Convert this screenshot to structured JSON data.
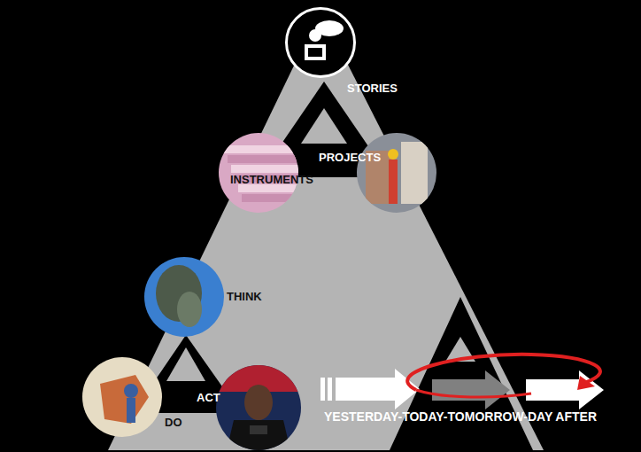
{
  "diagram": {
    "nodes": [
      {
        "text": [
          "STORIES"
        ]
      },
      {
        "text": [
          "INSTRUMENTS"
        ]
      },
      {
        "text": [
          "PROJECTS"
        ]
      },
      {
        "text": [
          "THINK"
        ]
      },
      {
        "text": [
          "DO"
        ]
      },
      {
        "text": [
          "ACT"
        ]
      }
    ],
    "labels": [
      "YESTERDAY-TODAY-TOMORROW-DAY AFTER"
    ]
  }
}
